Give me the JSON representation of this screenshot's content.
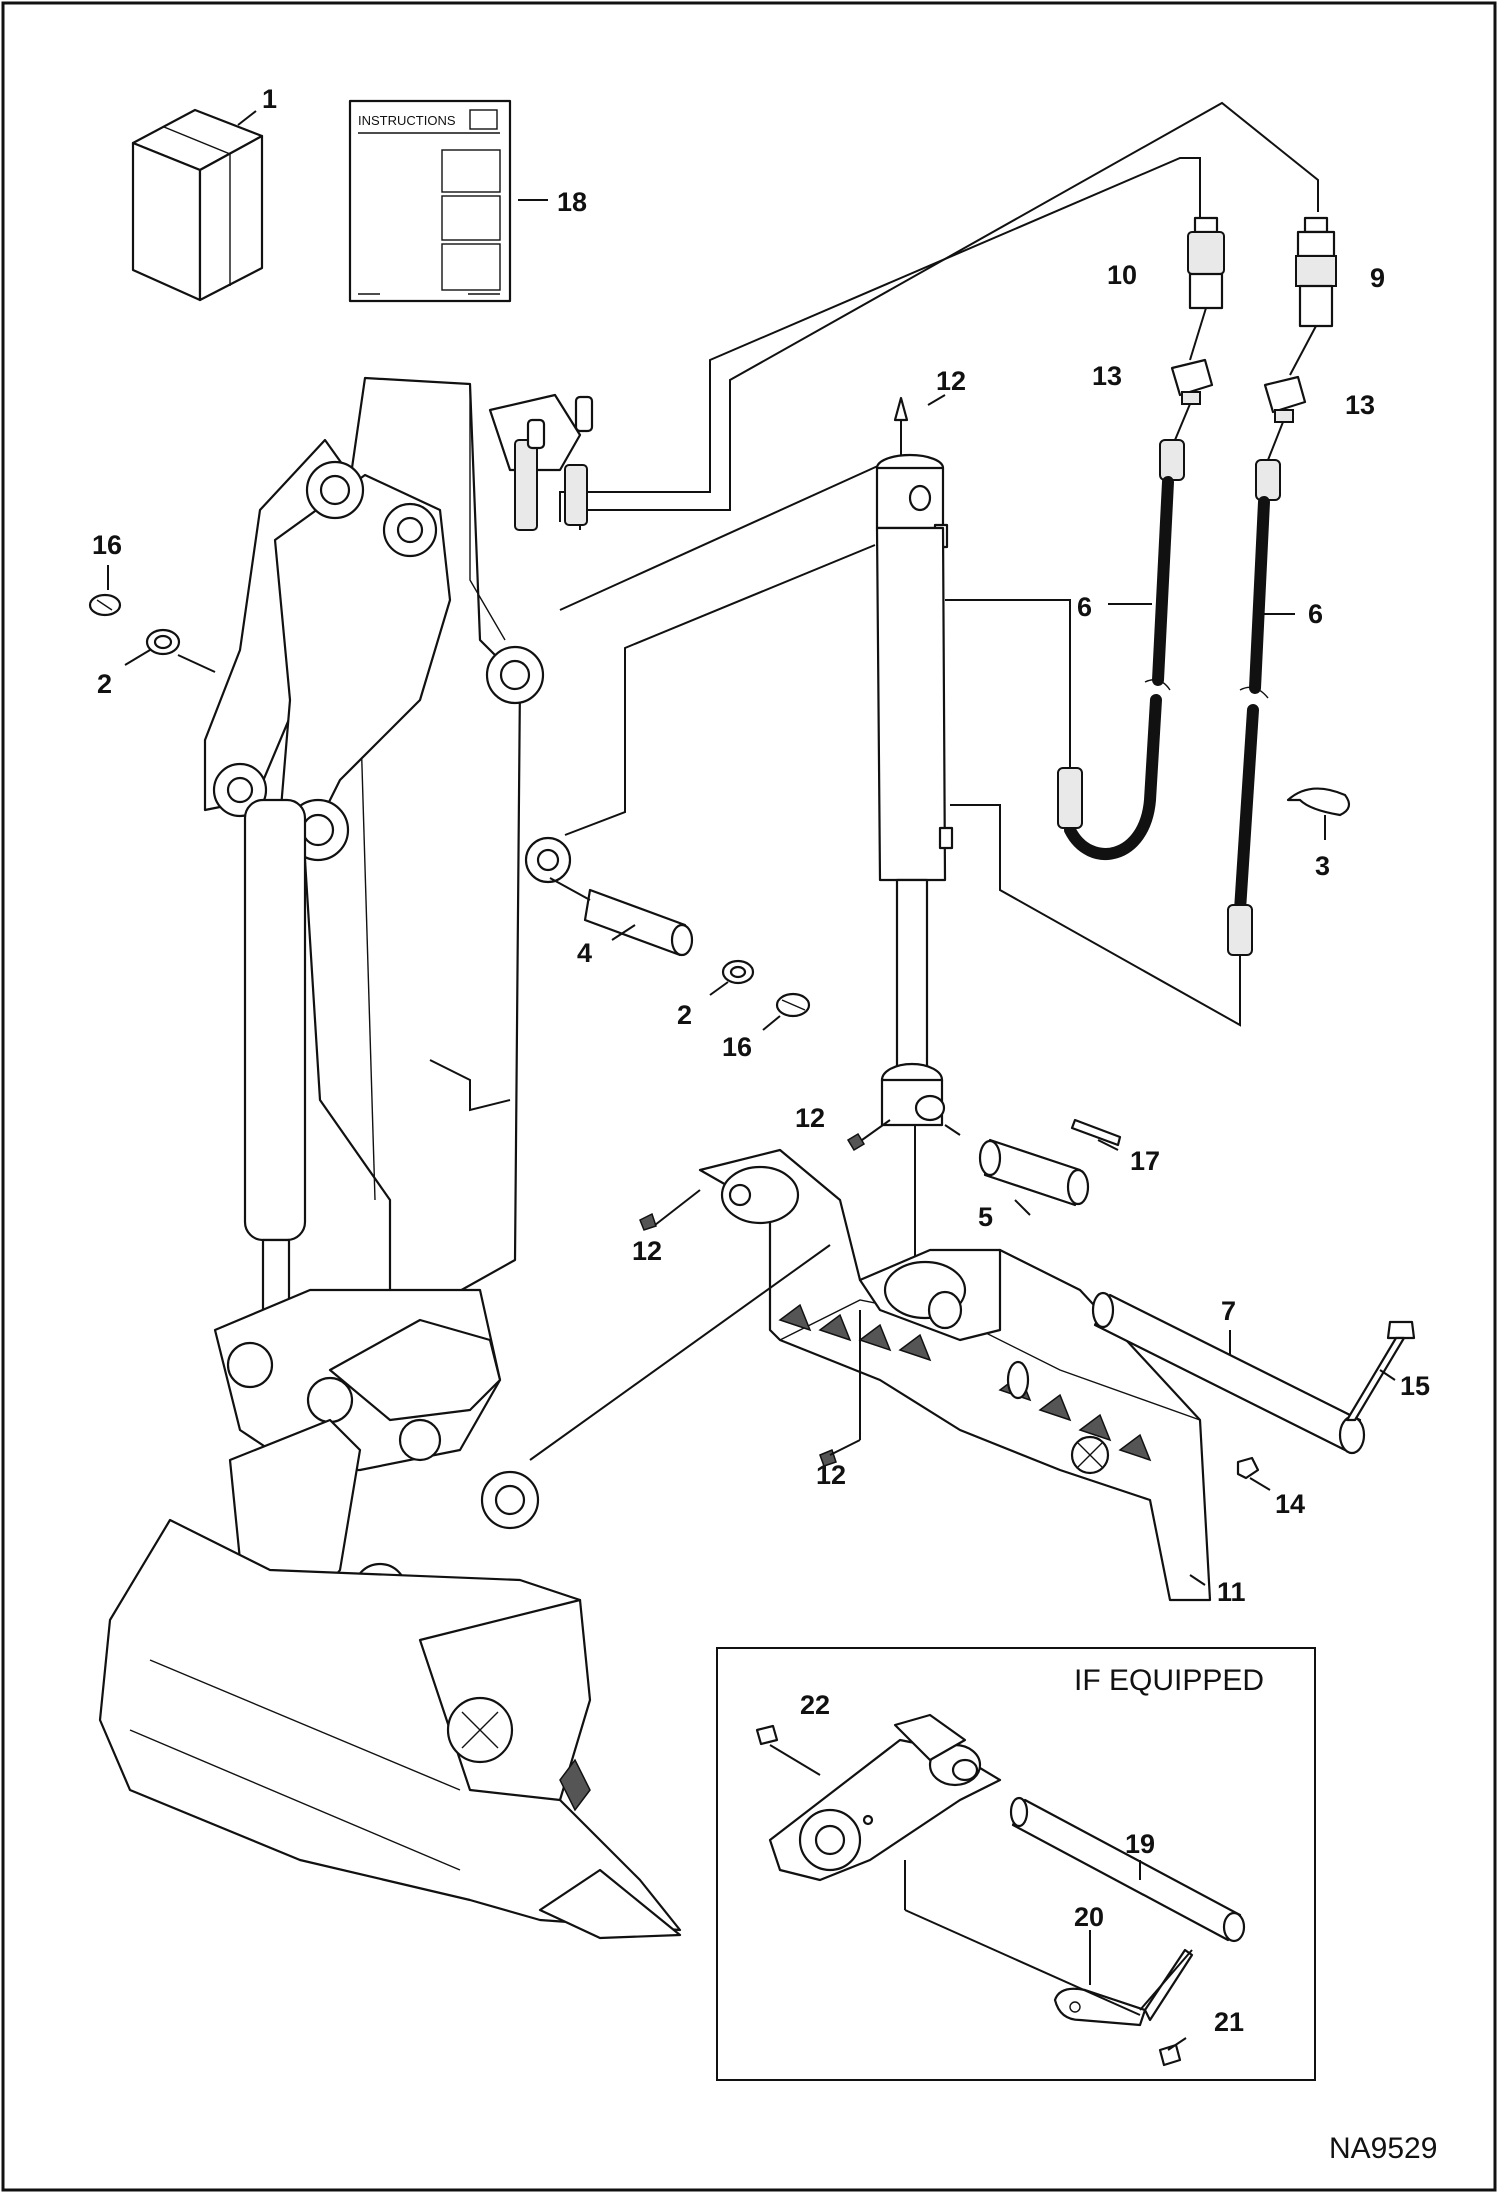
{
  "diagram": {
    "instructions_sheet_title": "INSTRUCTIONS",
    "inset_caption": "IF EQUIPPED",
    "figure_id": "NA9529",
    "callouts": [
      "1",
      "18",
      "10",
      "9",
      "12",
      "13",
      "13",
      "6",
      "6",
      "16",
      "2",
      "3",
      "4",
      "2",
      "16",
      "12",
      "17",
      "12",
      "5",
      "7",
      "15",
      "12",
      "14",
      "11",
      "22",
      "19",
      "20",
      "21"
    ]
  }
}
